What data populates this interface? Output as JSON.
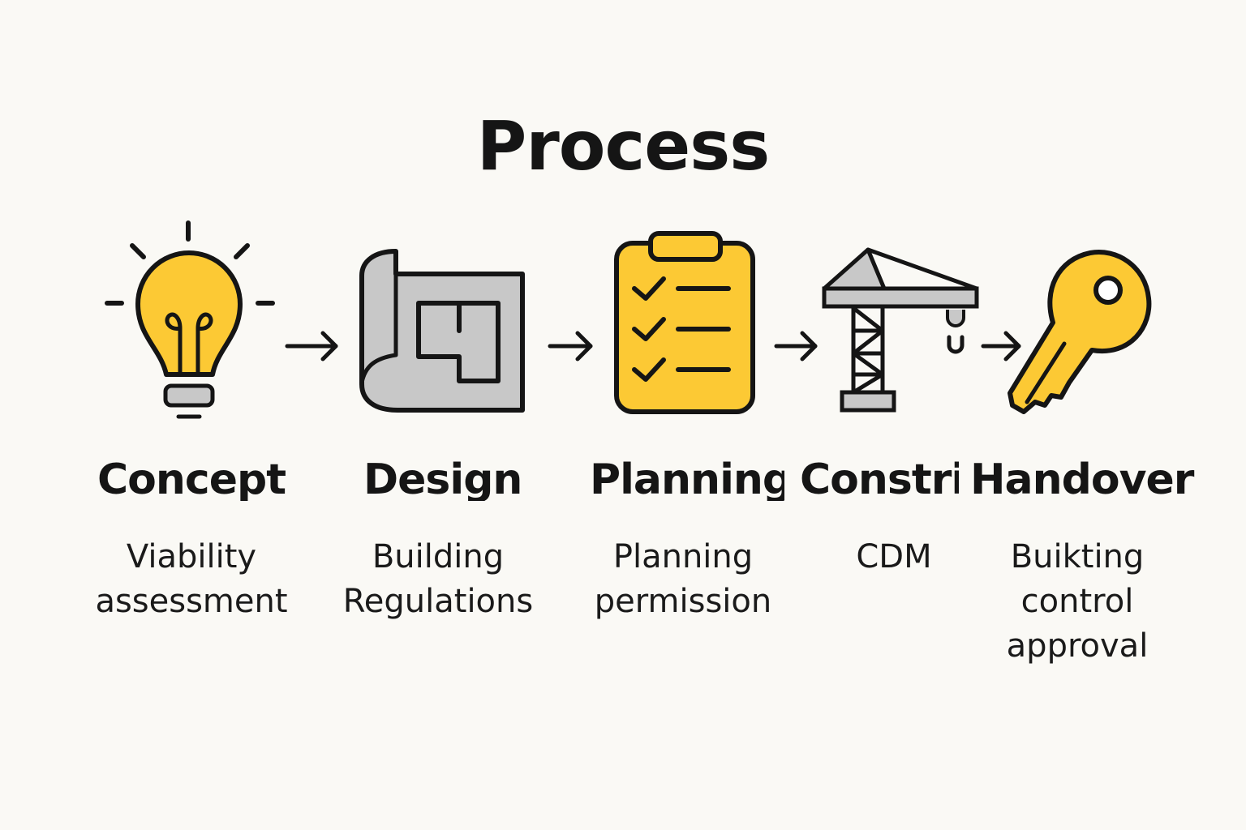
{
  "title": "Process",
  "colors": {
    "accent_yellow": "#fcc934",
    "gray": "#c8c8c8",
    "outline": "#151515",
    "background": "#faf9f5"
  },
  "steps": [
    {
      "icon": "lightbulb-icon",
      "title": "Concept",
      "description": "Viability\nassessment"
    },
    {
      "icon": "blueprint-icon",
      "title": "Design",
      "description": "Building\nRegulations"
    },
    {
      "icon": "clipboard-checklist-icon",
      "title": "Planning",
      "description": "Planning\npermission"
    },
    {
      "icon": "crane-icon",
      "title": "Constri",
      "description": "CDM"
    },
    {
      "icon": "key-icon",
      "title": "Handover",
      "description": "Buikting\ncontrol\napproval"
    }
  ]
}
